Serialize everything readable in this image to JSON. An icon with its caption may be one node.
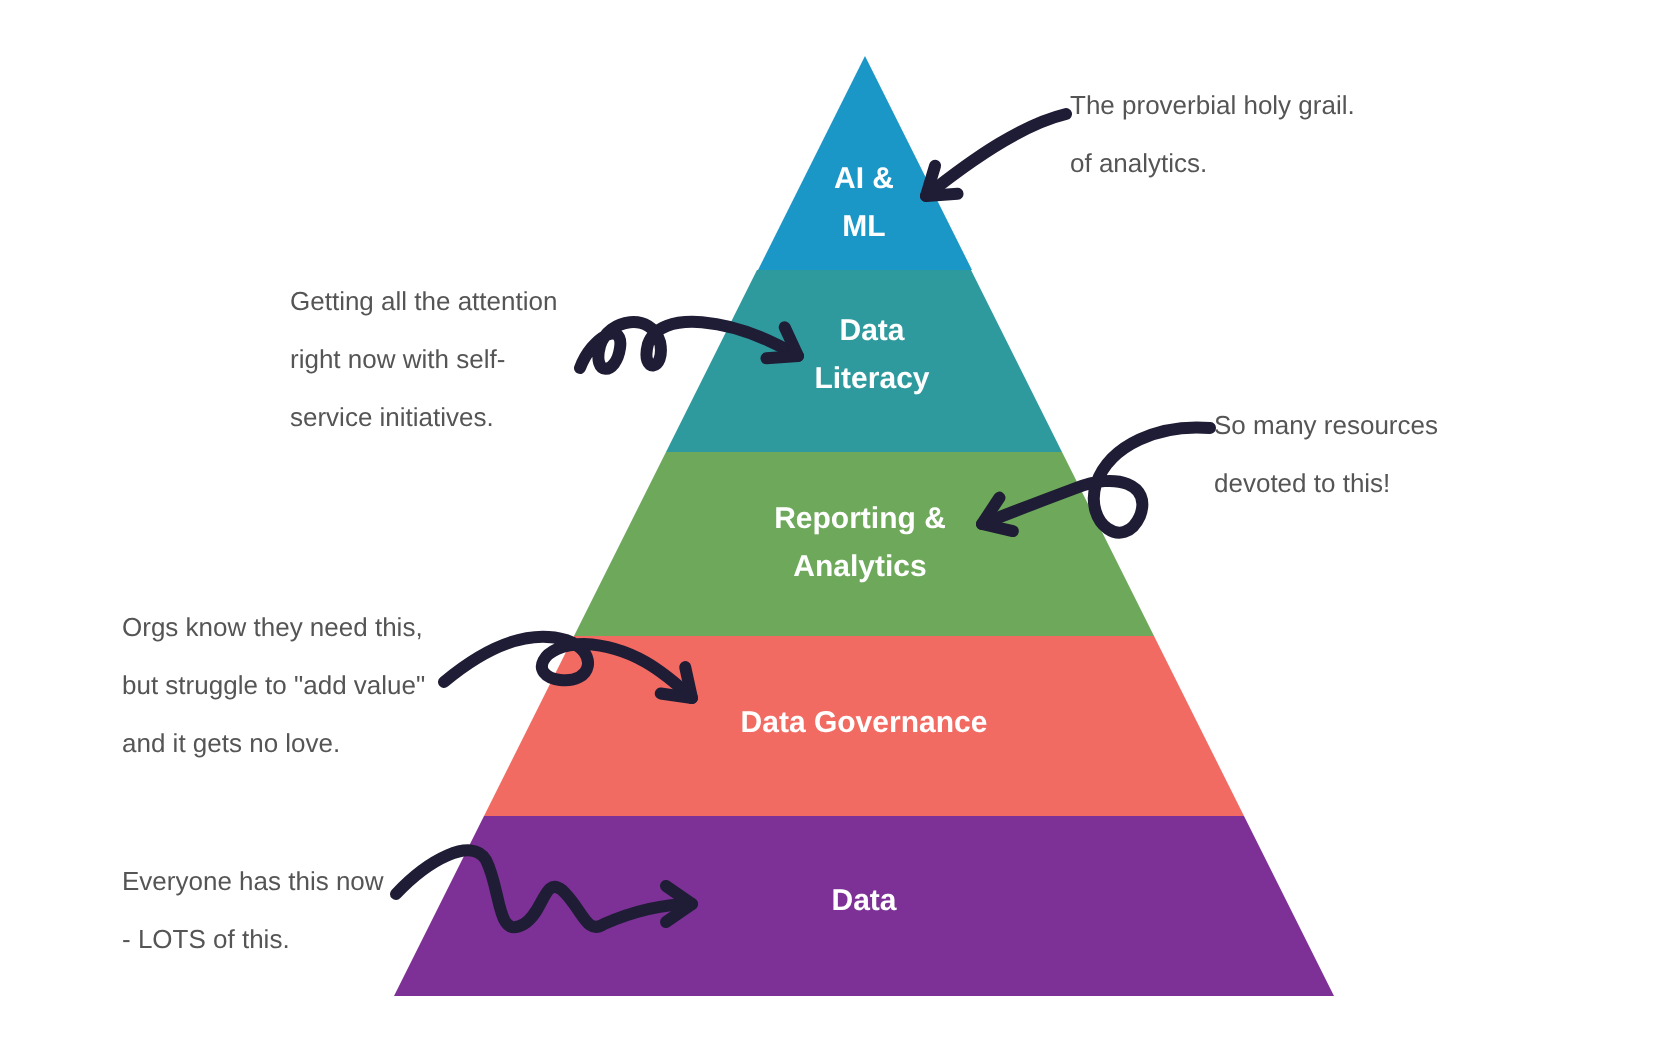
{
  "diagram": {
    "nodes": [
      {
        "text": [
          "AI & ML"
        ]
      },
      {
        "text": [
          "Data Literacy"
        ]
      },
      {
        "text": [
          "Reporting & Analytics"
        ]
      },
      {
        "text": [
          "Data Governance"
        ]
      },
      {
        "text": [
          "Data"
        ]
      },
      {
        "text": [
          "The proverbial holy grail. of analytics."
        ]
      },
      {
        "text": [
          "Getting all the attention right now with self-service initiatives."
        ]
      },
      {
        "text": [
          "So many resources devoted to this!"
        ]
      },
      {
        "text": [
          "Orgs know they need this, but struggle to \"add value\" and it gets no love."
        ]
      },
      {
        "text": [
          "Everyone has this now - LOTS of this."
        ]
      }
    ],
    "edges": [
      {
        "from": 5,
        "to": 0,
        "arrow": "to"
      },
      {
        "from": 6,
        "to": 1,
        "arrow": "to"
      },
      {
        "from": 7,
        "to": 2,
        "arrow": "to"
      },
      {
        "from": 8,
        "to": 3,
        "arrow": "to"
      },
      {
        "from": 9,
        "to": 4,
        "arrow": "to"
      }
    ]
  }
}
